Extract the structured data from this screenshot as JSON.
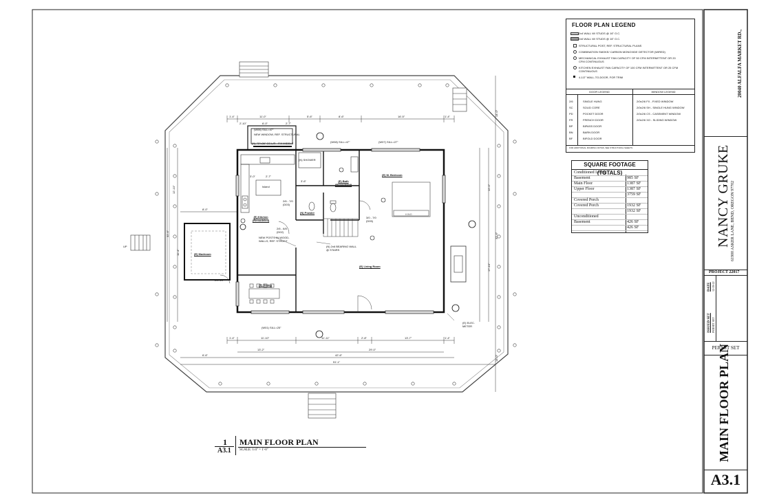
{
  "legend": {
    "title": "FLOOR PLAN LEGEND",
    "items": [
      "2x4 WALL W/ STUDS @ 16\" O.C.",
      "2x6 WALL W/ STUDS @ 16\" O.C.",
      "STRUCTURAL POST, REF. STRUCTURAL PLANS",
      "COMBINATION SMOKE/ CARBON MONOXIDE DETECTOR (WIRED)",
      "MECHANICAL EXHAUST FAN CAPACITY OF 50 CFM INTERMITTENT OR 20 CFM CONTINUOUS",
      "KITCHEN EXHAUST FAN CAPACITY OF 100 CFM INTERMITTENT OR 25 CFM CONTINUOUS",
      "4-1/2\" WALL-TO-DOOR, FOR TRIM"
    ],
    "door_header": "DOOR LEGEND",
    "window_header": "WINDOW LEGEND",
    "doors": [
      {
        "code": "2/6",
        "desc": "SINGLE HUNG"
      },
      {
        "code": "SC",
        "desc": "SOLID CORE"
      },
      {
        "code": "PD",
        "desc": "POCKET DOOR"
      },
      {
        "code": "FR",
        "desc": "FRENCH DOOR"
      },
      {
        "code": "BP",
        "desc": "BIPASS DOOR"
      },
      {
        "code": "BN",
        "desc": "BARN DOOR"
      },
      {
        "code": "BF",
        "desc": "BIFOLD DOOR"
      }
    ],
    "windows": [
      "2/0x2/6 FX - FIXED WINDOW",
      "2/0x2/6 SH - SINGLE HUNG WINDOW",
      "2/0x2/6 CS - CASEMENT WINDOW",
      "2/0x2/6 XO - SLIDING WINDOW"
    ],
    "footnote": "FOR ADDITIONAL FRAMING NOTES, SEE STRUCTURAL SHEETS"
  },
  "square_footage": {
    "title": "SQUARE FOOTAGE (TOTALS)",
    "rows": [
      {
        "label": "Conditioned Living",
        "value": ""
      },
      {
        "label": "Basement",
        "value": "985 SF"
      },
      {
        "label": "Main Floor",
        "value": "1387 SF"
      },
      {
        "label": "Upper Floor",
        "value": "1387 SF"
      },
      {
        "label": "",
        "value": "3759 SF"
      },
      {
        "label": "Covered Porch",
        "value": ""
      },
      {
        "label": "Covered Porch",
        "value": "1932 SF"
      },
      {
        "label": "",
        "value": "1932 SF"
      },
      {
        "label": "Unconditioned",
        "value": ""
      },
      {
        "label": "Basement",
        "value": "426 SF"
      },
      {
        "label": "",
        "value": "426 SF"
      }
    ]
  },
  "title_block": {
    "address_top": "20040 ALFALFA MARKET RD.,",
    "client": "NANCY GRUKE",
    "client_address": "61900 ASKER LANE, BEND, OREGON 97702",
    "project": "PROJECT 22017",
    "date_label": "DATE",
    "date_value": "12-19-22",
    "issued_label": "ISSUED SET",
    "issued_value": "PERMIT SET",
    "status": "PERMIT SET",
    "sheet_title": "MAIN FLOOR PLAN",
    "sheet_number": "A3.1"
  },
  "drawing_title": {
    "number": "1",
    "sheet": "A3.1",
    "title": "MAIN FLOOR PLAN",
    "scale": "SCALE:  1/4\" = 1'-0\""
  },
  "rooms": {
    "kitchen": "(E) Kitchen (Remodeled)",
    "bath": "(E) Bath (Remodeled)",
    "bedroom": "(E) M. Bedroom",
    "powder": "(N) Powder",
    "mudroom": "(E) Mudroom",
    "dining": "(E) Dining",
    "living": "(E) Living Room",
    "shower": "(N) SHOWER",
    "island": "Island",
    "king": "KING",
    "new_window": "NEW WINDOW, REF. STRUCTURAL",
    "window_top": "(W06) SILL=47\"",
    "window_top2": "(N) 72\"x36\" CS L/R - FIX MIDDLE",
    "new_posts": "NEW POSTS IN WOOD-WALLS, REF. STRUCT",
    "bearing": "(N) 2x6 BEARING WALL @ STAIRS",
    "meter": "(E) ELEC. METER",
    "door1": "2/6 - 7/0 (D03)",
    "door2": "2/6 - 6/8 (D02)",
    "door3": "3/0 - 7/0 (D05)",
    "up": "UP",
    "window_bottom": "(W01) SILL=25\""
  },
  "dims": {
    "top1": "1'-4\"",
    "top2": "11'-0\"",
    "top3": "5'-6\"",
    "top4": "8'-6\"",
    "top5": "16'-5\"",
    "top6": "1'-4\"",
    "top7": "2'-10\"",
    "top8": "6'-0\"",
    "top9": "2'-7\"",
    "bot1": "1'-4\"",
    "bot2": "11'-10\"",
    "bot3": "11'-11\"",
    "bot4": "2'-8\"",
    "bot5": "13'-7\"",
    "bot6": "1'-4\"",
    "bot7": "13'-2\"",
    "bot8": "29'-0\"",
    "bot9": "6'-6\"",
    "bot10": "42'-6\"",
    "bot11": "51'-1\"",
    "left1": "12'-10\"",
    "left2": "32'-6\"",
    "left3": "11'-4\"",
    "left4": "8'-0\"",
    "right1": "14'-0\"",
    "right2": "12'-0\"",
    "right3": "32'-6\"",
    "right4": "17'-10\"",
    "right5": "14'-0\"",
    "sill_top": "(W08) SILL=47\"",
    "sill_top2": "(W07) SILL=27\"",
    "kitchen_dim1": "3'-0\"",
    "kitchen_dim2": "2'-7\"",
    "mud_door": "2/4 SC",
    "shower_dim": "3'-6\""
  }
}
